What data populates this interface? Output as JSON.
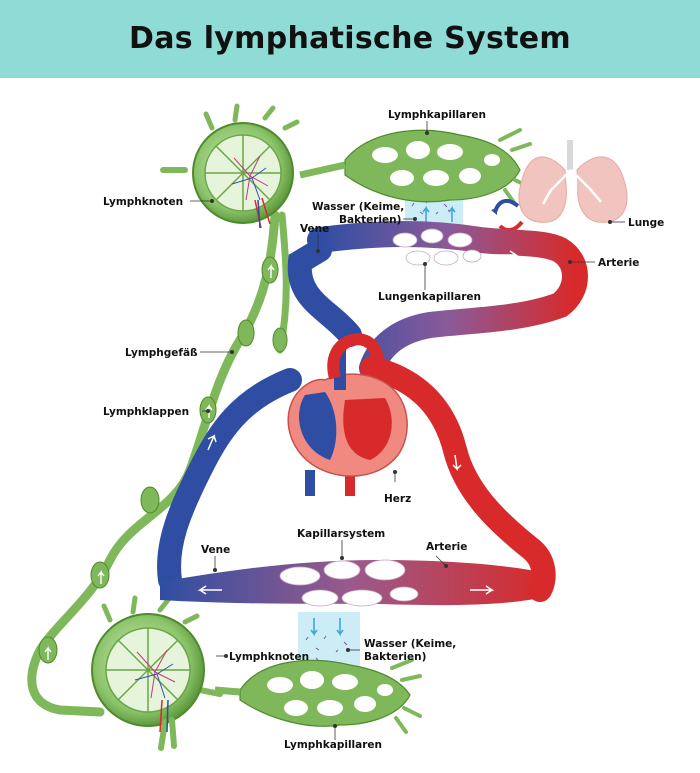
{
  "title": "Das lymphatische System",
  "labels": {
    "lymphkapillaren_top": "Lymphkapillaren",
    "lymphknoten_top": "Lymphknoten",
    "wasser_top_1": "Wasser (Keime,",
    "wasser_top_2": "Bakterien)",
    "lunge": "Lunge",
    "vene_top": "Vene",
    "arterie_top": "Arterie",
    "lungenkapillaren": "Lungenkapillaren",
    "lymphgefaess": "Lymphgefäß",
    "lymphklappen": "Lymphklappen",
    "herz": "Herz",
    "kapillarsystem": "Kapillarsystem",
    "vene_bottom": "Vene",
    "arterie_bottom": "Arterie",
    "lymphknoten_bottom": "Lymphknoten",
    "wasser_bottom_1": "Wasser (Keime,",
    "wasser_bottom_2": "Bakterien)",
    "lymphkapillaren_bottom": "Lymphkapillaren"
  },
  "colors": {
    "title_band": "#8fdcd6",
    "lymph_green": "#7fb85a",
    "node_green": "#5f9a3a",
    "vein_blue": "#2f4ea3",
    "artery_red": "#d82a2a",
    "heart_pink": "#f08a80",
    "lung_pink": "#f2c4bf",
    "fluid_cyan": "#bfe9f3"
  }
}
